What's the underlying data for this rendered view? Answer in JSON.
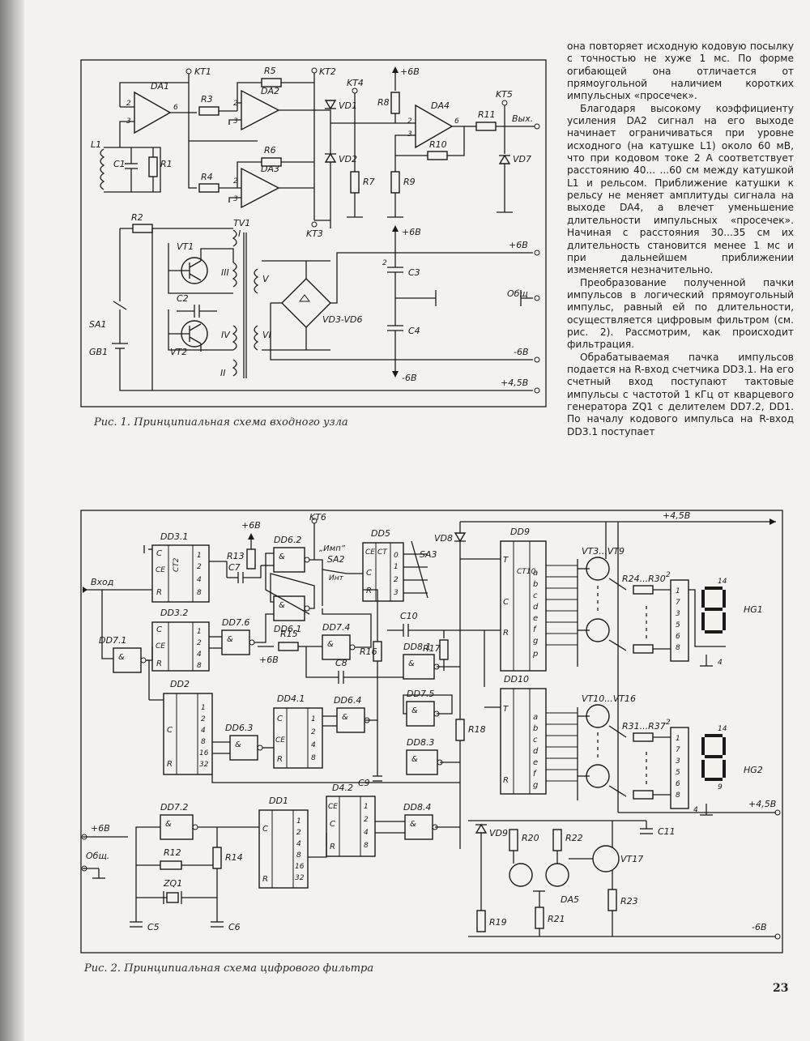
{
  "figure1": {
    "caption": "Рис. 1. Принципиальная схема входного узла",
    "labels": {
      "kt1": "KT1",
      "kt2": "KT2",
      "kt3": "KT3",
      "kt4": "KT4",
      "kt5": "KT5",
      "da1": "DA1",
      "da2": "DA2",
      "da3": "DA3",
      "da4": "DA4",
      "r1": "R1",
      "r2": "R2",
      "r3": "R3",
      "r4": "R4",
      "r5": "R5",
      "r6": "R6",
      "r7": "R7",
      "r8": "R8",
      "r9": "R9",
      "r10": "R10",
      "r11": "R11",
      "c1": "C1",
      "c2": "C2",
      "c3": "C3",
      "c4": "C4",
      "l1": "L1",
      "vd1": "VD1",
      "vd2": "VD2",
      "vd7": "VD7",
      "vd3vd6": "VD3-VD6",
      "tv1": "TV1",
      "vt1": "VT1",
      "vt2": "VT2",
      "sa1": "SA1",
      "gb1": "GB1",
      "plus6v": "+6B",
      "minus6v": "-6B",
      "plus45v": "+4,5B",
      "common": "Общ",
      "out": "Вых.",
      "w1": "I",
      "w2": "II",
      "w3": "III",
      "w4": "IV",
      "w5": "V",
      "w6": "VI",
      "pin2": "2",
      "pin3": "3",
      "pin6": "6"
    }
  },
  "figure2": {
    "caption": "Рис. 2. Принципиальная схема цифрового фильтра",
    "labels": {
      "in": "Вход",
      "plus6v": "+6B",
      "plus45v": "+4,5B",
      "minus6v": "-6B",
      "common": "Общ.",
      "kt6": "KT6",
      "imp": "„Имп”",
      "int": "Инт",
      "sa2": "SA2",
      "sa3": "SA3",
      "dd31": "DD3.1",
      "dd32": "DD3.2",
      "dd2": "DD2",
      "dd41": "DD4.1",
      "dd42": "D4.2",
      "dd1": "DD1",
      "dd5": "DD5",
      "dd9": "DD9",
      "dd10": "DD10",
      "dd62": "DD6.2",
      "dd61": "DD6.1",
      "dd63": "DD6.3",
      "dd64": "DD6.4",
      "dd71": "DD7.1",
      "dd72": "DD7.2",
      "dd74": "DD7.4",
      "dd76": "DD7.6",
      "dd81": "DD8.1",
      "dd83": "DD8.3",
      "dd84": "DD8.4",
      "dd75": "DD7.5",
      "vd8": "VD8",
      "vd9": "VD9",
      "vt3vt9": "VT3...VT9",
      "vt10vt16": "VT10...VT16",
      "vt17": "VT17",
      "r24r30": "R24...R30",
      "r31r37": "R31...R37",
      "r12": "R12",
      "r13": "R13",
      "r14": "R14",
      "r15": "R15",
      "r16": "R16",
      "r17": "R17",
      "r18": "R18",
      "r19": "R19",
      "r20": "R20",
      "r21": "R21",
      "r22": "R22",
      "r23": "R23",
      "c5": "C5",
      "c6": "C6",
      "c7": "C7",
      "c8": "C8",
      "c9": "C9",
      "c10": "C10",
      "c11": "C11",
      "zq1": "ZQ1",
      "hg1": "HG1",
      "hg2": "HG2",
      "da5": "DA5",
      "ct2": "CT2",
      "ct10": "CT10",
      "ct": "CT",
      "c": "C",
      "ce": "CE",
      "r": "R",
      "seg": [
        "a",
        "b",
        "c",
        "d",
        "e",
        "f",
        "g",
        "p"
      ],
      "bits8": [
        "1",
        "2",
        "4",
        "8"
      ],
      "bits32": [
        "1",
        "2",
        "4",
        "8",
        "16",
        "32"
      ]
    }
  },
  "text": [
    "она повторяет исходную кодовую посылку с точностью не хуже 1 мс. По форме огибающей она отличается от прямоугольной наличием коротких импульсных «просечек».",
    "Благодаря высокому коэффициенту усиления DA2 сигнал на его выходе начинает ограничиваться при уровне исходного (на катушке L1) около 60 мВ, что при кодовом токе 2 А соответствует расстоянию 40... ...60 см между катушкой L1 и рельсом. Приближение катушки к рельсу не меняет амплитуды сигнала на выходе DA4, а влечет уменьшение длительности импульсных «просечек». Начиная с расстояния 30...35 см их длительность становится менее 1 мс и при дальнейшем приближении изменяется незначительно.",
    "Преобразование полученной пачки импульсов в логический прямоугольный импульс, равный ей по длительности, осуществляется цифровым фильтром (см. рис. 2). Рассмотрим, как происходит фильтрация.",
    "Обрабатываемая пачка импульсов подается на R-вход счетчика DD3.1. На его счетный вход поступают тактовые импульсы с частотой 1 кГц от кварцевого генератора ZQ1 с делителем DD7.2, DD1. По началу кодового импульса на R-вход DD3.1 поступает"
  ],
  "page_number": "23"
}
